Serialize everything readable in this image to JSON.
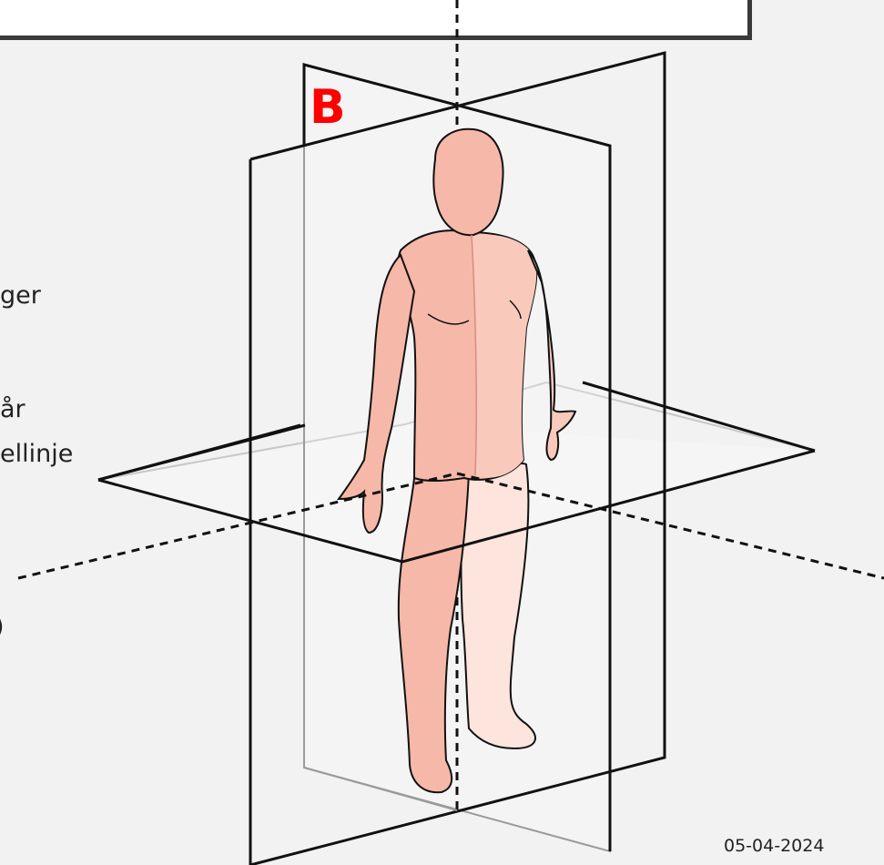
{
  "labels": {
    "plane_letter": "B",
    "plane_letter_color": "#ff0000"
  },
  "side_text": {
    "line1": "ger",
    "line2": "år",
    "line3": "ellinje",
    "line4": ")"
  },
  "footer": {
    "date": "05-04-2024"
  },
  "colors": {
    "background": "#f2f2f2",
    "skin": "#f6b8a8",
    "skin_light": "#fde4dc",
    "plane_line": "#111111"
  }
}
